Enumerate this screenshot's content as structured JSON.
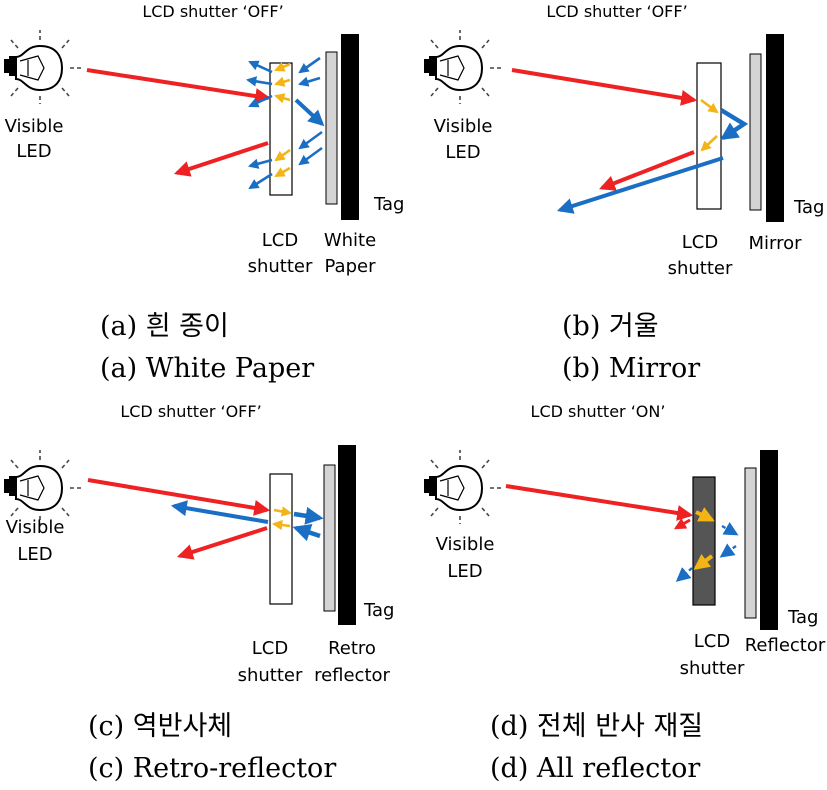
{
  "colors": {
    "red_beam": "#ee2222",
    "blue_beam": "#1a6fc4",
    "yellow_beam": "#f2b417",
    "tag": "#000000",
    "surface": "#d4d4d4",
    "shutter_off": "#ffffff",
    "shutter_on": "#555555"
  },
  "panels": [
    {
      "id": "a",
      "title": "LCD  shutter  ‘OFF’",
      "led_label": [
        "Visible",
        "LED"
      ],
      "shutter_label": [
        "LCD",
        "shutter"
      ],
      "surface_label": [
        "White",
        "Paper"
      ],
      "tag_label": "Tag",
      "caption_kr": "(a)  흰  종이",
      "caption_en": "(a)  White  Paper",
      "shutter_state": "off",
      "surface_icon": "white-paper-icon"
    },
    {
      "id": "b",
      "title": "LCD  shutter  ‘OFF’",
      "led_label": [
        "Visible",
        "LED"
      ],
      "shutter_label": [
        "LCD",
        "shutter"
      ],
      "surface_label": [
        "Mirror"
      ],
      "tag_label": "Tag",
      "caption_kr": "(b)  거울",
      "caption_en": "(b)  Mirror",
      "shutter_state": "off",
      "surface_icon": "mirror-icon"
    },
    {
      "id": "c",
      "title": "LCD  shutter  ‘OFF’",
      "led_label": [
        "Visible",
        "LED"
      ],
      "shutter_label": [
        "LCD",
        "shutter"
      ],
      "surface_label": [
        "Retro",
        "reflector"
      ],
      "tag_label": "Tag",
      "caption_kr": "(c)  역반사체",
      "caption_en": "(c)  Retro-reflector",
      "shutter_state": "off",
      "surface_icon": "retro-reflector-icon"
    },
    {
      "id": "d",
      "title": "LCD  shutter  ‘ON’",
      "led_label": [
        "Visible",
        "LED"
      ],
      "shutter_label": [
        "LCD",
        "shutter"
      ],
      "surface_label": [
        "Reflector"
      ],
      "tag_label": "Tag",
      "caption_kr": "(d)  전체  반사  재질",
      "caption_en": "(d)  All  reflector",
      "shutter_state": "on",
      "surface_icon": "reflector-icon"
    }
  ]
}
